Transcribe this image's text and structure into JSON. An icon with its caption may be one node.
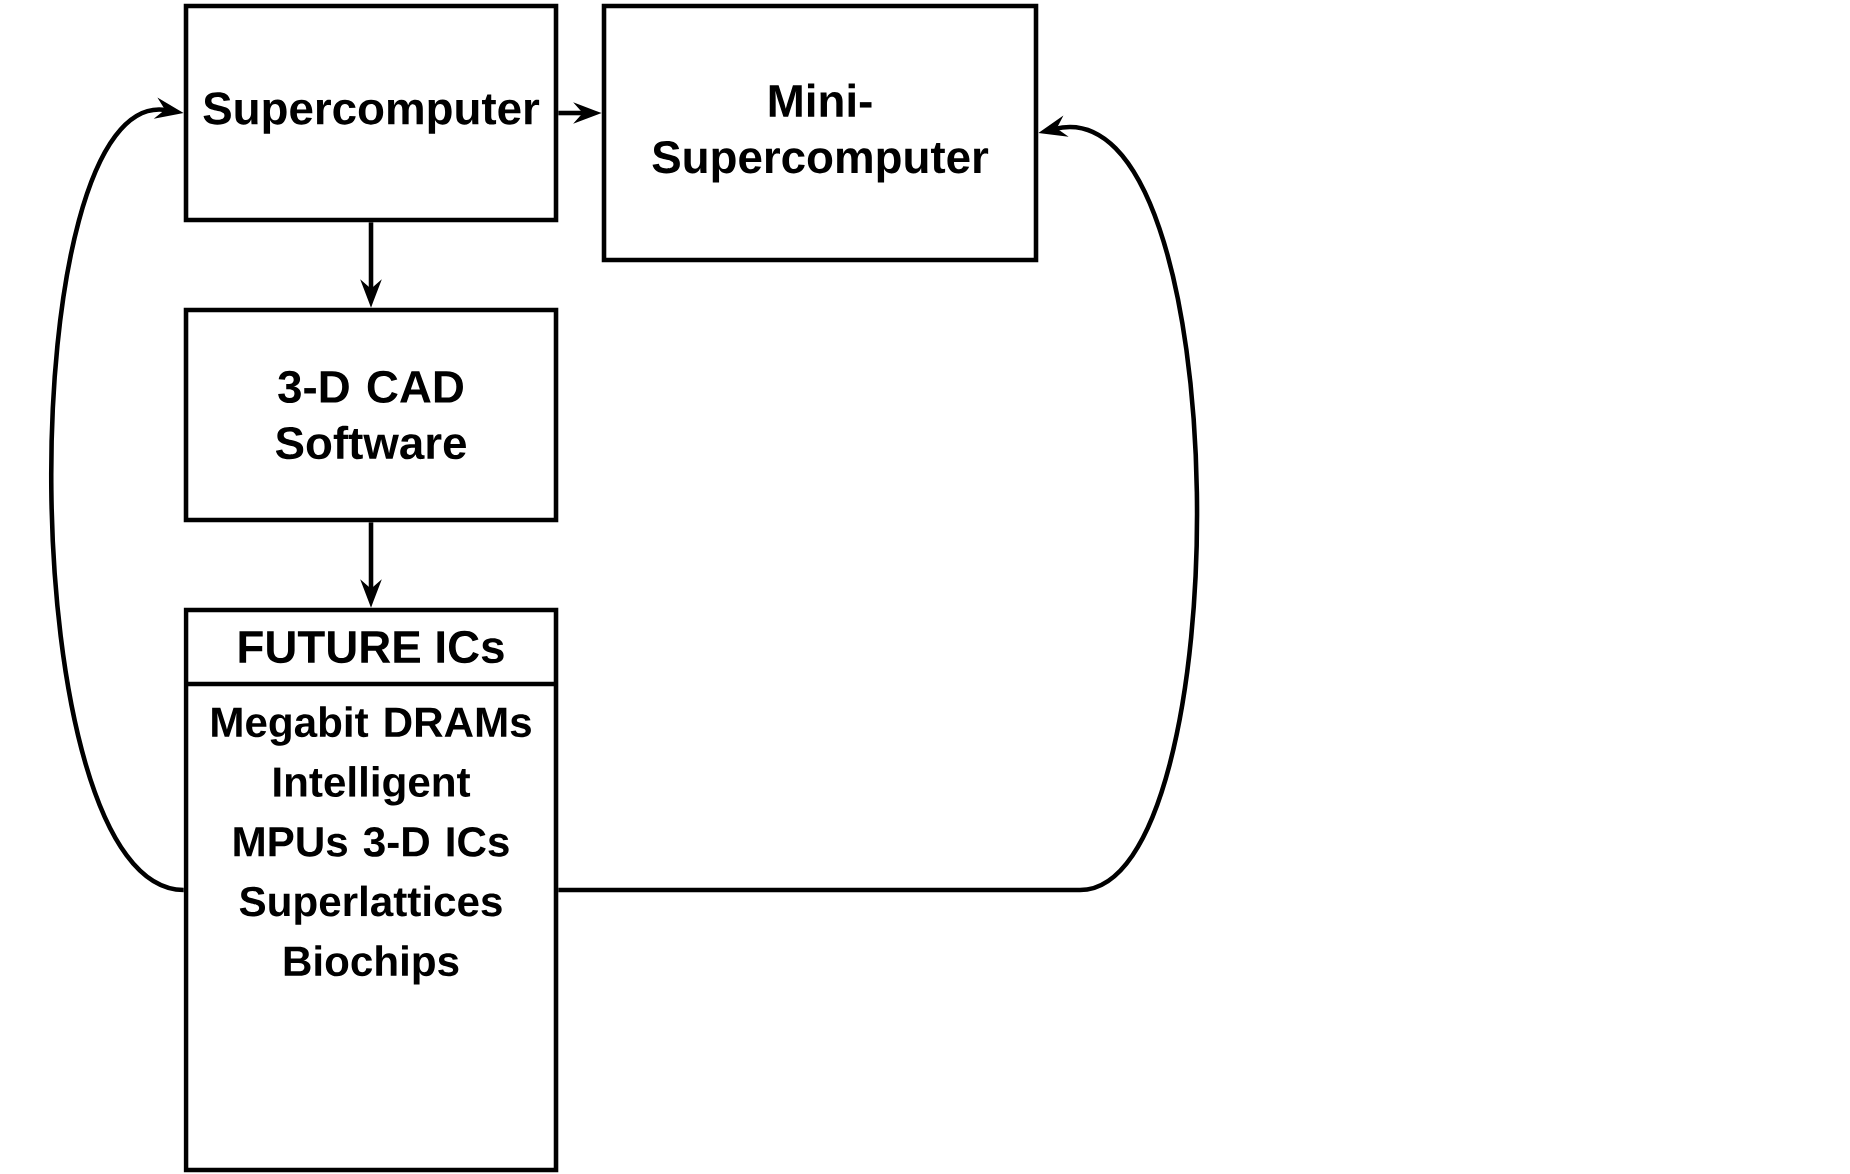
{
  "diagram": {
    "nodes": [
      {
        "text": [
          "Supercomputer"
        ]
      },
      {
        "text": [
          "Mini- Supercomputer"
        ]
      },
      {
        "text": [
          "3-D CAD Software"
        ]
      },
      {
        "text": [
          "FUTURE ICs",
          "Megabit DRAMs Intelligent MPUs 3-D ICs Superlattices Biochips"
        ]
      }
    ],
    "edges": [
      {
        "from": 0,
        "to": 1,
        "arrow": "to"
      },
      {
        "from": 0,
        "to": 2,
        "arrow": "to"
      },
      {
        "from": 2,
        "to": 3,
        "arrow": "to"
      },
      {
        "from": 3,
        "to": 0,
        "arrow": "to"
      },
      {
        "from": 3,
        "to": 1,
        "arrow": "to"
      }
    ]
  }
}
